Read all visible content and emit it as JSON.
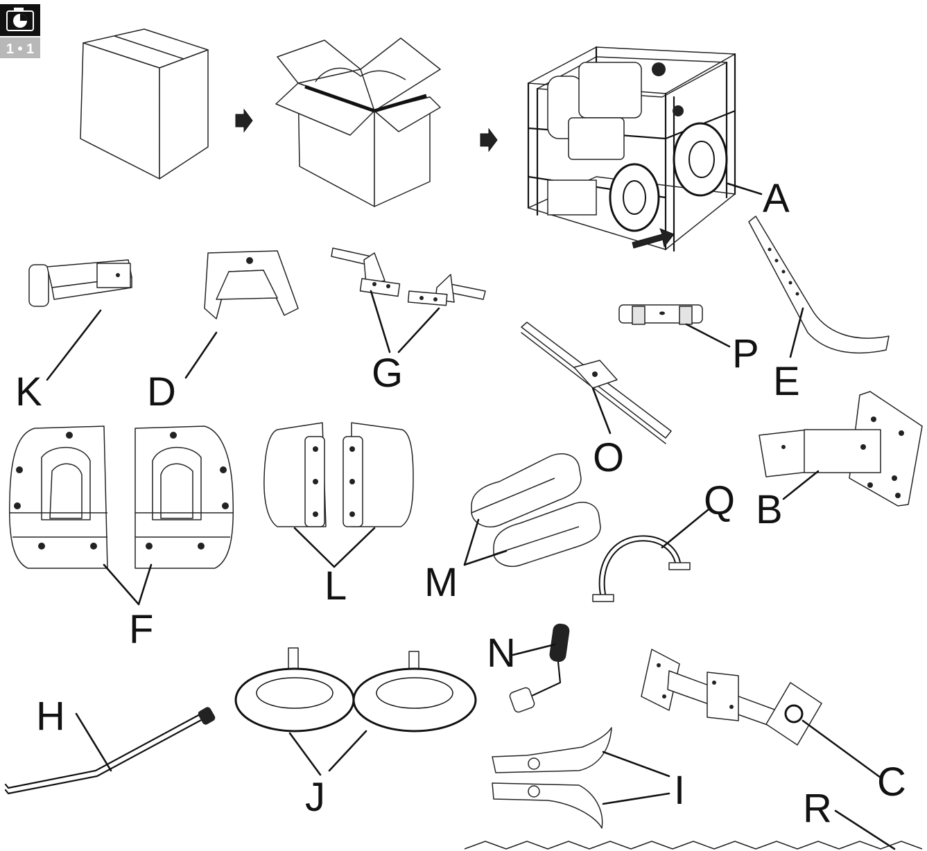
{
  "badge": {
    "step": "1 • 1",
    "icon": "camera-icon"
  },
  "labels": {
    "A": "A",
    "B": "B",
    "C": "C",
    "D": "D",
    "E": "E",
    "F": "F",
    "G": "G",
    "H": "H",
    "I": "I",
    "J": "J",
    "K": "K",
    "L": "L",
    "M": "M",
    "N": "N",
    "O": "O",
    "P": "P",
    "Q": "Q",
    "R": "R"
  }
}
